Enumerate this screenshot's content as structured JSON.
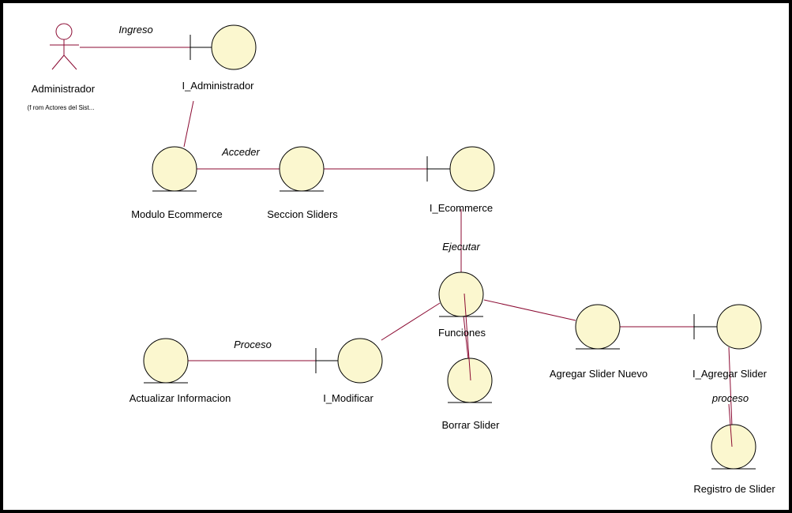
{
  "diagram": {
    "actor": {
      "name": "Administrador",
      "from": "(f rom Actores del Sist..."
    },
    "boundaries": {
      "administrador": "I_Administrador",
      "ecommerce": "I_Ecommerce",
      "modificar": "I_Modificar",
      "agregar": "I_Agregar Slider"
    },
    "entities": {
      "modulo": "Modulo Ecommerce",
      "seccion": "Seccion Sliders",
      "funciones": "Funciones",
      "actualizar": "Actualizar Informacion",
      "borrar": "Borrar Slider",
      "agregar_nuevo": "Agregar Slider Nuevo",
      "registro": "Registro de Slider"
    },
    "links": {
      "ingreso": "Ingreso",
      "acceder": "Acceder",
      "ejecutar": "Ejecutar",
      "proceso": "Proceso",
      "proceso_lower": "proceso"
    },
    "colors": {
      "fill": "#fbf7cf",
      "line": "#8b0a32",
      "stroke": "#000000"
    }
  }
}
